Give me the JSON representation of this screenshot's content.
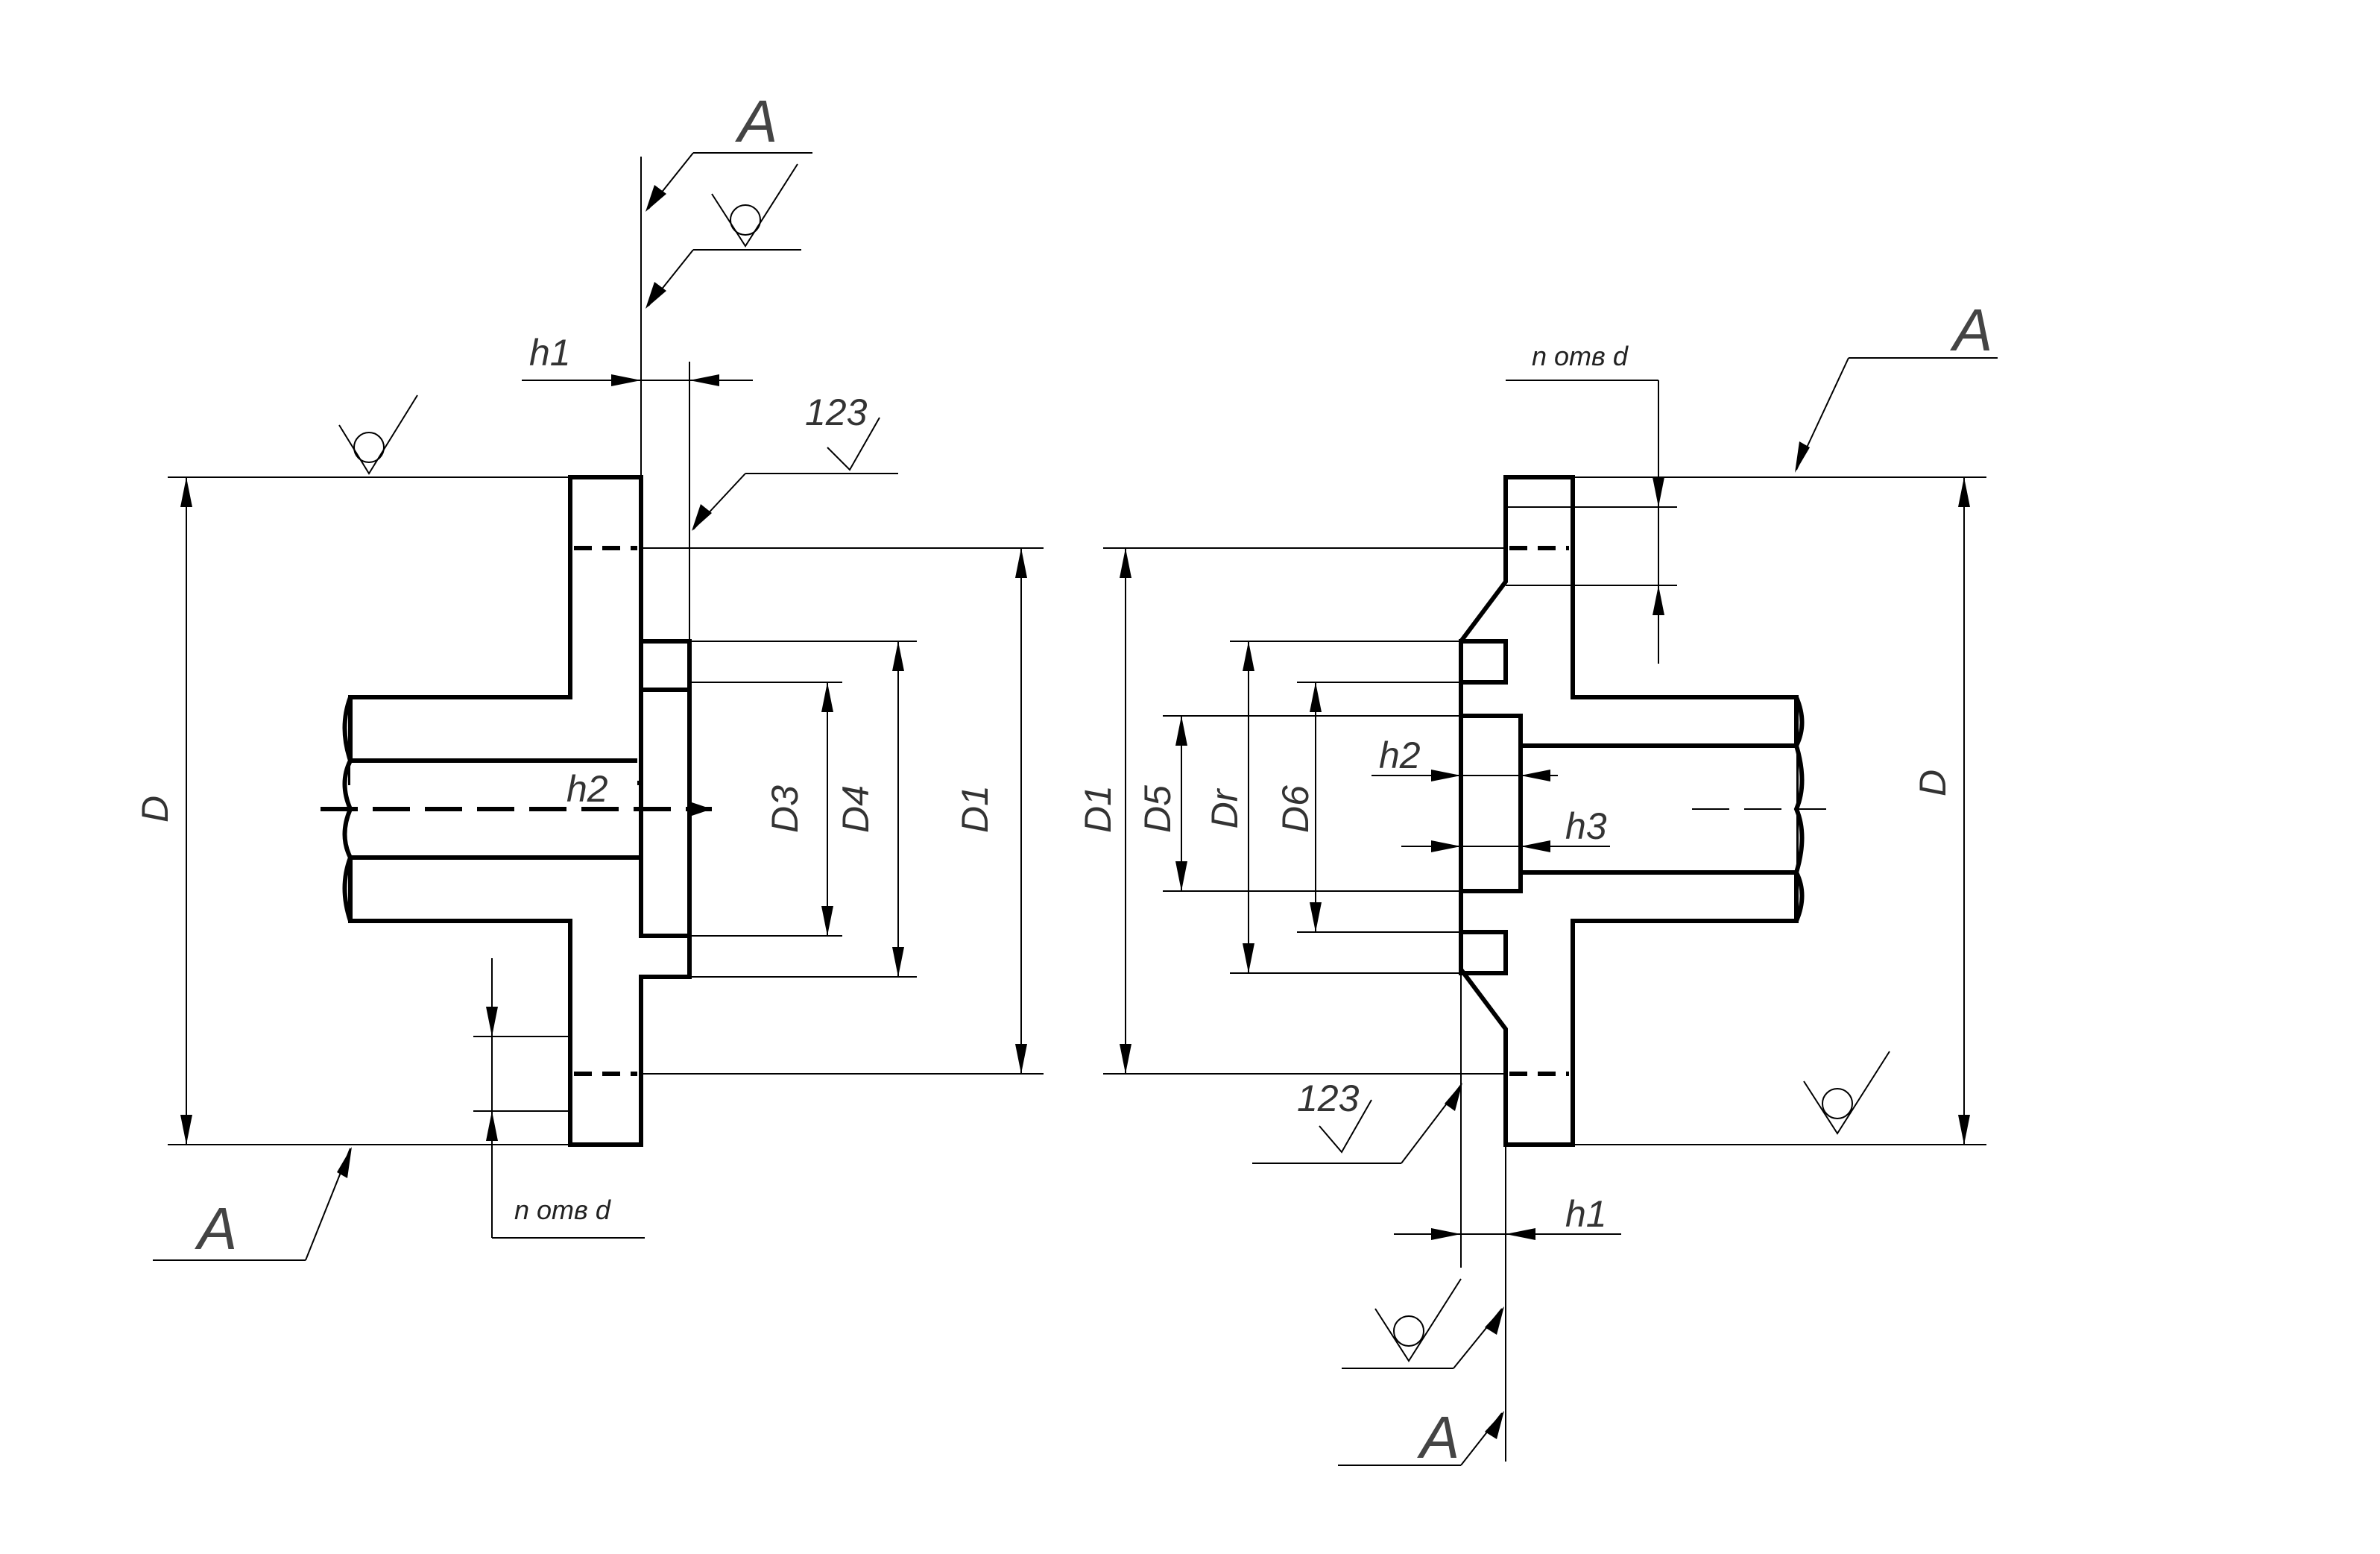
{
  "labels": {
    "section": "A",
    "h1": "h1",
    "h2": "h2",
    "h3": "h3",
    "roughness": "123",
    "holes": "n отв d",
    "D": "D",
    "D1": "D1",
    "D3": "D3",
    "D4": "D4",
    "D5": "D5",
    "D6": "D6",
    "Dr": "Dr"
  },
  "colors": {
    "line": "#000000",
    "background": "#ffffff"
  }
}
